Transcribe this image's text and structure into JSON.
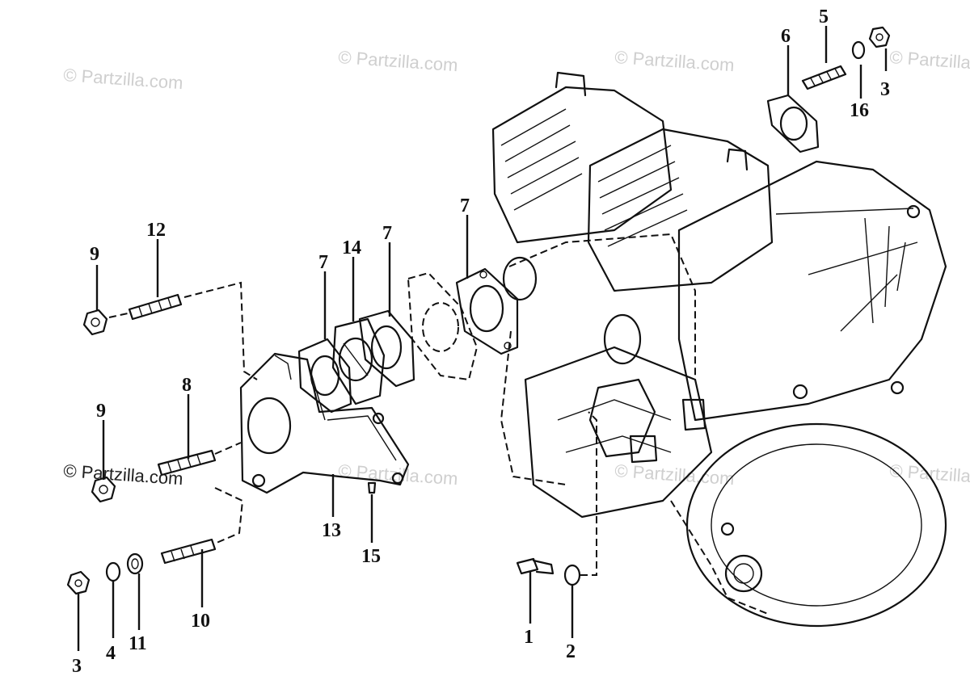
{
  "watermark": "© Partzilla.com",
  "watermark_dark": "© Partzilla.com",
  "callouts": {
    "c1": "1",
    "c2": "2",
    "c3a": "3",
    "c3b": "3",
    "c4": "4",
    "c5": "5",
    "c6": "6",
    "c7a": "7",
    "c7b": "7",
    "c7c": "7",
    "c8": "8",
    "c9a": "9",
    "c9b": "9",
    "c10": "10",
    "c11": "11",
    "c12": "12",
    "c13": "13",
    "c14": "14",
    "c15": "15",
    "c16": "16"
  }
}
